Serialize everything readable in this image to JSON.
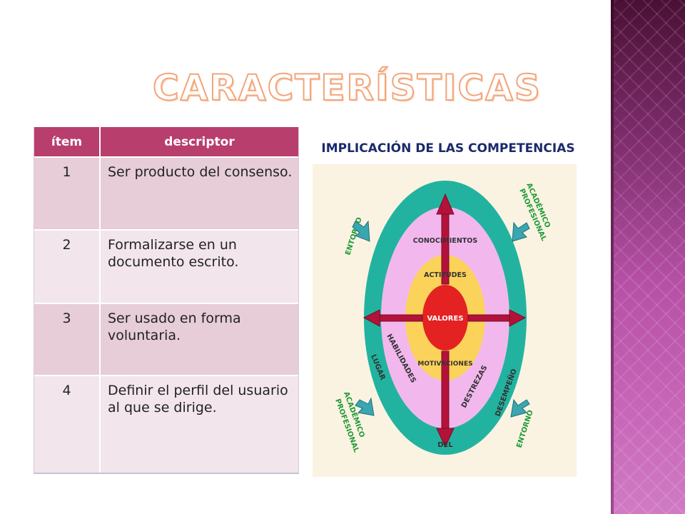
{
  "slide": {
    "title": "CARACTERÍSTICAS"
  },
  "table": {
    "headers": [
      "ítem",
      "descriptor"
    ],
    "rows": [
      {
        "item": "1",
        "descriptor": "Ser producto del consenso."
      },
      {
        "item": "2",
        "descriptor": "Formalizarse en un documento escrito."
      },
      {
        "item": "3",
        "descriptor": "Ser usado en forma voluntaria."
      },
      {
        "item": "4",
        "descriptor": "Definir el perfil del usuario al que se dirige."
      }
    ]
  },
  "diagram": {
    "title": "IMPLICACIÓN DE LAS COMPETENCIAS",
    "labels": {
      "conocimientos": "CONOCIMIENTOS",
      "actitudes": "ACTITUDES",
      "valores": "VALORES",
      "motivaciones": "MOTIVACIONES",
      "habilidades": "HABILIDADES",
      "destrezas": "DESTREZAS",
      "lugar": "LUGAR",
      "del": "DEL",
      "desempeno": "DESEMPEÑO",
      "entorno_top": "ENTORNO",
      "entorno_bottom": "ENTORNO",
      "academico_top": "ACADÉMICO",
      "profesional_top": "PROFESIONAL",
      "academico_bottom": "ACADÉMICO",
      "profesional_bottom": "PROFESIONAL"
    },
    "colors": {
      "outer_ring": "#22b3a0",
      "pink_ring": "#f2b8ee",
      "yellow_ring": "#fbd35a",
      "center": "#e42222",
      "arrow": "#b3123a",
      "side_arrow": "#3aa6b0",
      "green_text": "#1f9a3a"
    }
  },
  "theme": {
    "header_color": "#b83e6e",
    "row_odd": "#e6cdd7",
    "row_even": "#f2e6ec",
    "band_color": "#9b3c86"
  }
}
